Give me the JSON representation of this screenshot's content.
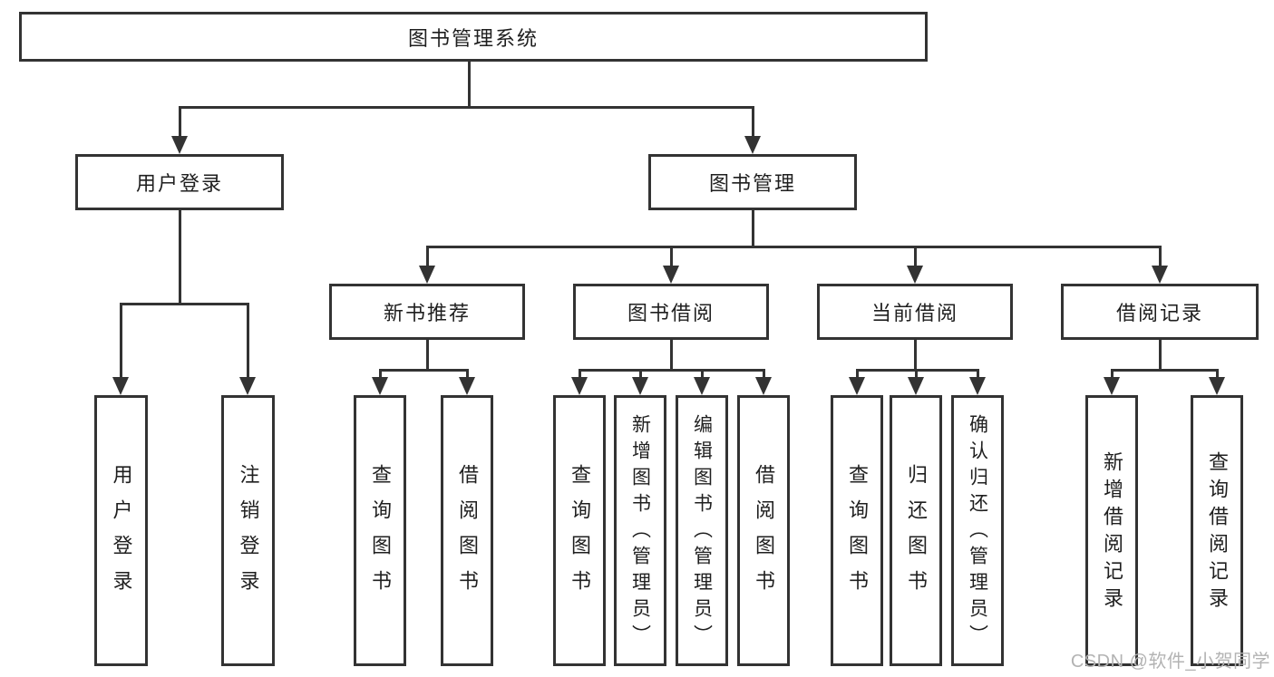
{
  "diagram": {
    "root": {
      "label": "图书管理系统"
    },
    "branches": [
      {
        "label": "用户登录",
        "children": [
          {
            "label": "用户登录"
          },
          {
            "label": "注销登录"
          }
        ]
      },
      {
        "label": "图书管理",
        "children": [
          {
            "label": "新书推荐",
            "children": [
              {
                "label": "查询图书"
              },
              {
                "label": "借阅图书"
              }
            ]
          },
          {
            "label": "图书借阅",
            "children": [
              {
                "label": "查询图书"
              },
              {
                "label": "新增图书（管理员）"
              },
              {
                "label": "编辑图书（管理员）"
              },
              {
                "label": "借阅图书"
              }
            ]
          },
          {
            "label": "当前借阅",
            "children": [
              {
                "label": "查询图书"
              },
              {
                "label": "归还图书"
              },
              {
                "label": "确认归还（管理员）"
              }
            ]
          },
          {
            "label": "借阅记录",
            "children": [
              {
                "label": "新增借阅记录"
              },
              {
                "label": "查询借阅记录"
              }
            ]
          }
        ]
      }
    ]
  },
  "watermark": {
    "text": "CSDN @软件_小贺同学"
  },
  "colors": {
    "line": "#333333",
    "text": "#1f1f1f",
    "box_background": "#ffffff",
    "watermark": "#b3b3b3"
  }
}
